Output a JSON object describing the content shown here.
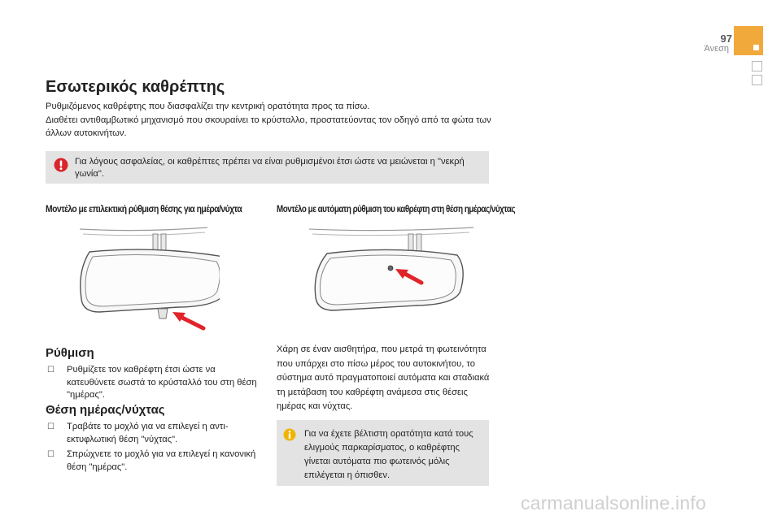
{
  "header": {
    "page_number": "97",
    "section": "Άνεση"
  },
  "title": "Εσωτερικός καθρέπτης",
  "intro": [
    "Ρυθμιζόμενος καθρέφτης που διασφαλίζει την κεντρική ορατότητα προς τα πίσω.",
    "Διαθέτει αντιθαμβωτικό μηχανισμό που σκουραίνει το κρύσταλλο, προστατεύοντας τον οδηγό από τα φώτα των άλλων αυτοκινήτων."
  ],
  "warning": {
    "icon": "warning-exclamation-icon",
    "text": "Για λόγους ασφαλείας, οι καθρέπτες πρέπει να είναι ρυθμισμένοι έτσι ώστε να μειώνεται η \"νεκρή γωνία\"."
  },
  "models": {
    "left_title": "Μοντέλο με επιλεκτική ρύθμιση θέσης για ημέρα/νύχτα",
    "right_title": "Μοντέλο με αυτόματη ρύθμιση του καθρέφτη στη θέση ημέρας/νύχτας"
  },
  "adjustment": {
    "heading": "Ρύθμιση",
    "items": [
      "Ρυθμίζετε τον καθρέφτη έτσι ώστε να κατευθύνετε σωστά το κρύσταλλό του στη θέση \"ημέρας\"."
    ]
  },
  "day_night": {
    "heading": "Θέση ημέρας/νύχτας",
    "items": [
      "Τραβάτε το μοχλό για να επιλεγεί η αντι-εκτυφλωτική θέση \"νύχτας\".",
      "Σπρώχνετε το μοχλό για να επιλεγεί η κανονική θέση \"ημέρας\"."
    ]
  },
  "auto_text": "Χάρη σε έναν αισθητήρα, που μετρά τη φωτεινότητα που υπάρχει στο πίσω μέρος του αυτοκινήτου, το σύστημα αυτό πραγματοποιεί αυτόματα και σταδιακά τη μετάβαση του καθρέφτη ανάμεσα στις θέσεις ημέρας και νύχτας.",
  "info": {
    "icon": "info-icon",
    "text": "Για να έχετε βέλτιστη ορατότητα κατά τους ελιγμούς παρκαρίσματος, ο καθρέφτης γίνεται αυτόματα πιο φωτεινός μόλις επιλέγεται η όπισθεν."
  },
  "watermark": "carmanualsonline.info",
  "colors": {
    "accent_orange": "#f2a93b",
    "warning_red": "#d9262b",
    "arrow_red": "#e0242a",
    "box_grey": "#e3e3e3",
    "info_yellow": "#f0b400"
  }
}
